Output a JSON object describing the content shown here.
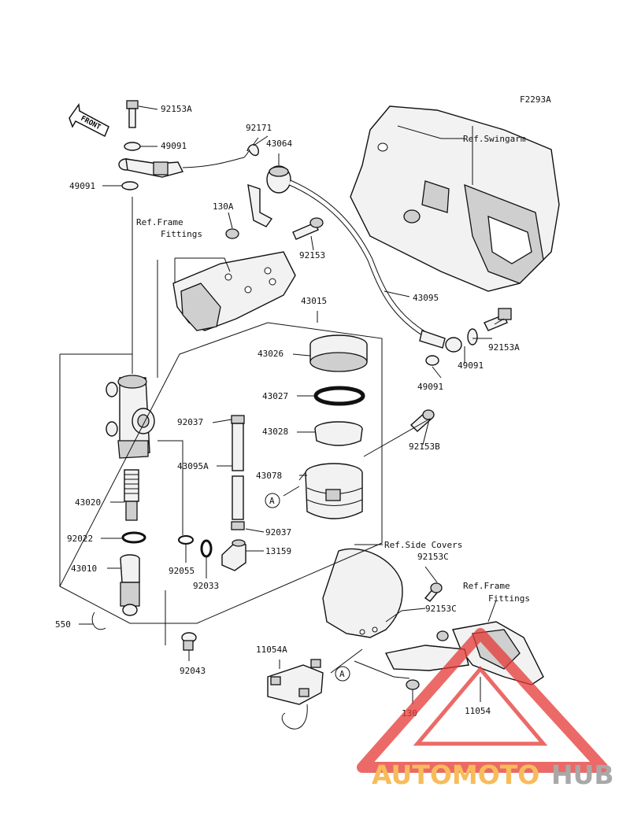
{
  "figure_code": "F2293A",
  "front_label": "FRONT",
  "callout": "A",
  "labels": {
    "l92153A_top": "92153A",
    "l49091_a": "49091",
    "l49091_b": "49091",
    "l92171": "92171",
    "l43064": "43064",
    "lRefSwingarm": "Ref.Swingarm",
    "l130A": "130A",
    "lRefFrame1": "Ref.Frame",
    "lFittings1": "Fittings",
    "l92153": "92153",
    "l43015": "43015",
    "l43095": "43095",
    "l92153A_r": "92153A",
    "l49091_c": "49091",
    "l49091_d": "49091",
    "l43026": "43026",
    "l43027": "43027",
    "l92037_a": "92037",
    "l43028": "43028",
    "l92153B": "92153B",
    "l43095A": "43095A",
    "l43078": "43078",
    "l43020": "43020",
    "l92037_b": "92037",
    "l92022": "92022",
    "l13159": "13159",
    "lRefSideCovers": "Ref.Side Covers",
    "l92153C_a": "92153C",
    "l43010": "43010",
    "l92055": "92055",
    "l92033": "92033",
    "lRefFrame2": "Ref.Frame",
    "lFittings2": "Fittings",
    "l92153C_b": "92153C",
    "l550": "550",
    "l92043": "92043",
    "l11054A": "11054A",
    "l130": "130",
    "l11054": "11054"
  },
  "watermark": {
    "part1": "AUTOMOTO",
    "part2": "HUB"
  },
  "colors": {
    "line": "#111111",
    "watermark_orange": "#f5a623",
    "watermark_red": "#e53935",
    "watermark_gray": "#8c8c8c"
  }
}
